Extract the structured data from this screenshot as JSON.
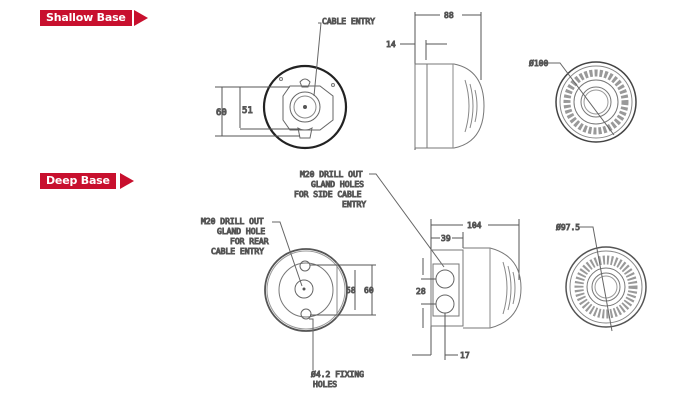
{
  "sections": [
    {
      "label": "Shallow Base",
      "annotations": {
        "cable_entry": "CABLE ENTRY",
        "dim_outer": "60",
        "dim_inner": "51",
        "dim_depth": "88",
        "dim_base": "14",
        "dim_diameter": "Ø100"
      }
    },
    {
      "label": "Deep Base",
      "annotations": {
        "side_gland_line1": "M20 DRILL OUT",
        "side_gland_line2": "GLAND HOLES",
        "side_gland_line3": "FOR SIDE CABLE",
        "side_gland_line4": "ENTRY",
        "rear_gland_line1": "M20 DRILL OUT",
        "rear_gland_line2": "GLAND HOLE",
        "rear_gland_line3": "FOR REAR",
        "rear_gland_line4": "CABLE ENTRY",
        "fixing_line1": "Ø4.2 FIXING",
        "fixing_line2": "HOLES",
        "dim_inner": "58",
        "dim_outer": "60",
        "dim_depth": "104",
        "dim_base": "39",
        "dim_gland_spacing": "28",
        "dim_gland_offset": "17",
        "dim_diameter": "Ø97.5"
      }
    }
  ],
  "colors": {
    "accent": "#c8102e",
    "line": "#555555"
  }
}
